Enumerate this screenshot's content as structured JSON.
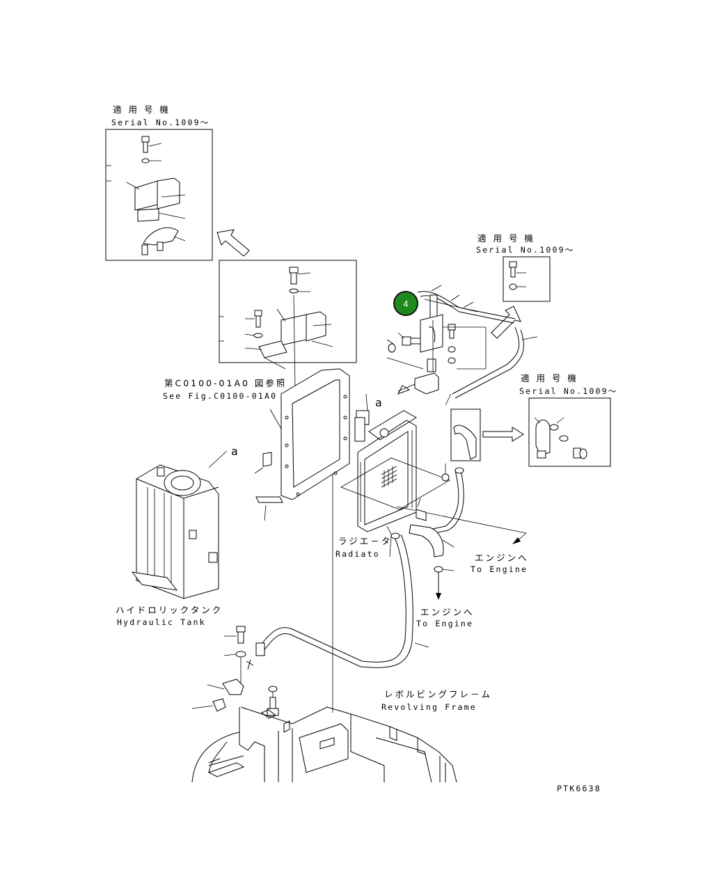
{
  "labels": {
    "serial_jp_1": "適 用 号 機",
    "serial_en_1": "Serial No.1009～",
    "serial_jp_2": "適 用 号 機",
    "serial_en_2": "Serial No.1009～",
    "serial_jp_3": "適 用 号 機",
    "serial_en_3": "Serial No.1009～",
    "see_fig_jp": "第C0100-01A0 図参照",
    "see_fig_en": "See Fig.C0100-01A0",
    "ref_a_1": "a",
    "ref_a_2": "a",
    "radiator_jp": "ラジエ－タ",
    "radiator_en": "Radiato",
    "hydraulic_jp": "ハイドロリックタンク",
    "hydraulic_en": "Hydraulic Tank",
    "to_engine_jp_1": "エンジンへ",
    "to_engine_en_1": "To Engine",
    "to_engine_jp_2": "エンジンへ",
    "to_engine_en_2": "To Engine",
    "frame_jp": "レボルビングフレ－ム",
    "frame_en": "Revolving Frame",
    "drawing_code": "PTK6638"
  },
  "callout": {
    "number": "4",
    "color": "#1e8a1e",
    "border_color": "#111111"
  }
}
